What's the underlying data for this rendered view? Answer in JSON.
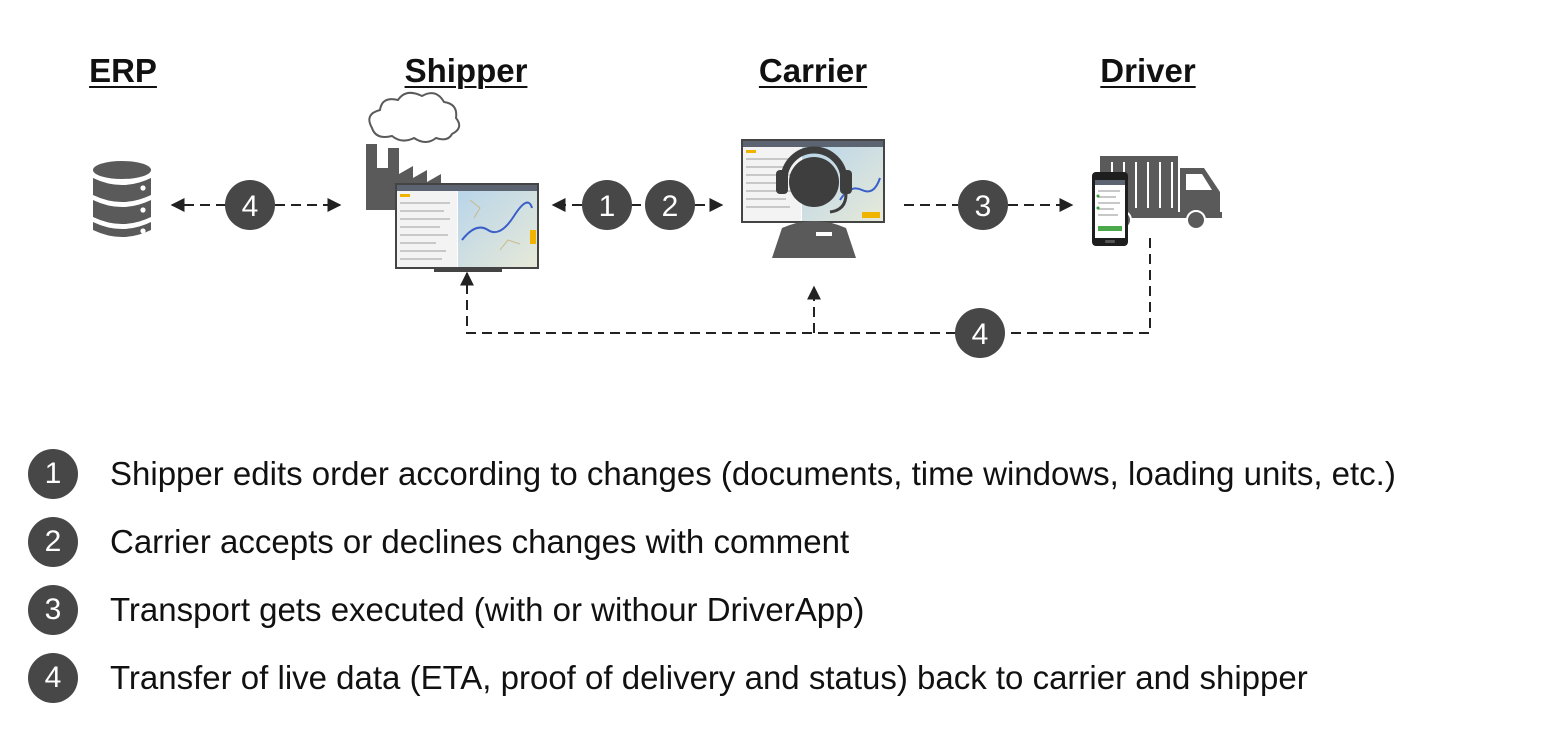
{
  "headings": {
    "erp": "ERP",
    "shipper": "Shipper",
    "carrier": "Carrier",
    "driver": "Driver"
  },
  "flow_badges": {
    "erp_shipper": "4",
    "shipper_carrier_a": "1",
    "shipper_carrier_b": "2",
    "carrier_driver": "3",
    "driver_return": "4"
  },
  "legend": [
    {
      "number": "1",
      "text": "Shipper edits order according to changes (documents, time windows, loading units, etc.)"
    },
    {
      "number": "2",
      "text": "Carrier accepts or declines changes with comment"
    },
    {
      "number": "3",
      "text": "Transport gets executed (with or withour DriverApp)"
    },
    {
      "number": "4",
      "text": "Transfer of live data (ETA, proof of delivery and status) back to carrier and shipper"
    }
  ],
  "colors": {
    "icon_gray": "#5a5a5a",
    "badge_gray": "#474747",
    "arrow": "#222222"
  },
  "icons": [
    "database-icon",
    "factory-icon",
    "monitor-icon",
    "operator-headset-icon",
    "truck-icon",
    "smartphone-icon"
  ]
}
